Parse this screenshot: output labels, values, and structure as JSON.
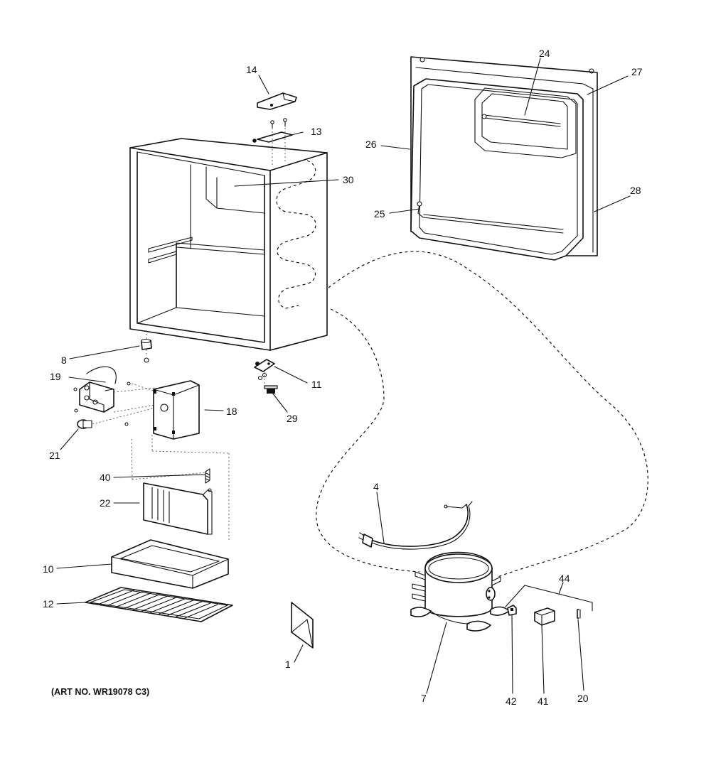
{
  "art_number": "(ART NO. WR19078 C3)",
  "callouts": {
    "c1": "1",
    "c4": "4",
    "c7": "7",
    "c8": "8",
    "c10": "10",
    "c11": "11",
    "c12": "12",
    "c13": "13",
    "c14": "14",
    "c18": "18",
    "c19": "19",
    "c20": "20",
    "c21": "21",
    "c22": "22",
    "c24": "24",
    "c25": "25",
    "c26": "26",
    "c27": "27",
    "c28": "28",
    "c29": "29",
    "c30": "30",
    "c40": "40",
    "c41": "41",
    "c42": "42",
    "c44": "44"
  }
}
